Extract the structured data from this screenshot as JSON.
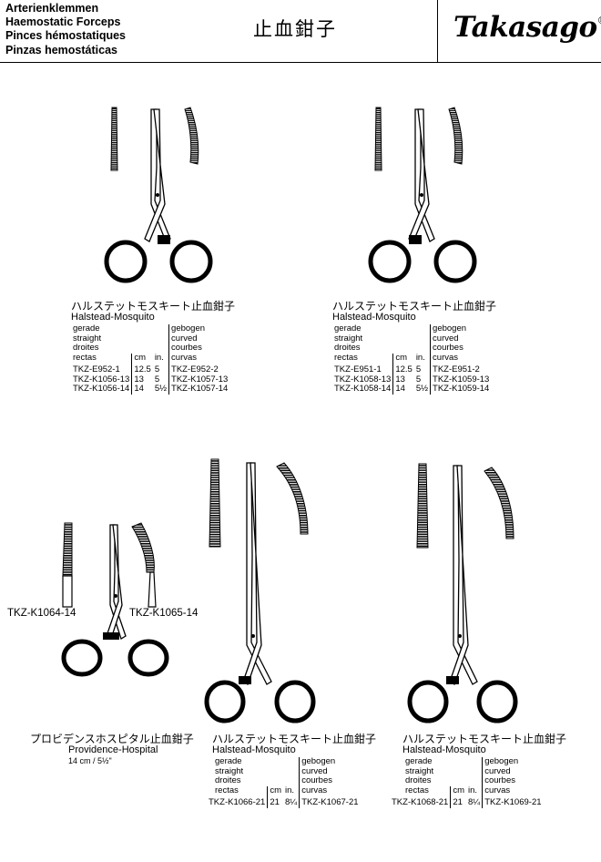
{
  "header": {
    "titles": [
      "Arterienklemmen",
      "Haemostatic Forceps",
      "Pinces hémostatiques",
      "Pinzas hemostáticas"
    ],
    "ja_title": "止血鉗子",
    "logo": "Takasago",
    "logo_reg": "®"
  },
  "lang_labels": [
    "gerade",
    "straight",
    "droites",
    "rectas"
  ],
  "curved_labels": [
    "gebogen",
    "curved",
    "courbes",
    "curvas"
  ],
  "unit_cm": "cm",
  "unit_in": "in.",
  "block1": {
    "ja": "ハルステットモスキート止血鉗子",
    "en": "Halstead-Mosquito",
    "rows": [
      {
        "straight": "TKZ-E952-1",
        "cm": "12.5",
        "in": "5",
        "curved": "TKZ-E952-2"
      },
      {
        "straight": "TKZ-K1056-13",
        "cm": "13",
        "in": "5",
        "curved": "TKZ-K1057-13"
      },
      {
        "straight": "TKZ-K1056-14",
        "cm": "14",
        "in": "5½",
        "curved": "TKZ-K1057-14"
      }
    ]
  },
  "block2": {
    "ja": "ハルステットモスキート止血鉗子",
    "en": "Halstead-Mosquito",
    "rows": [
      {
        "straight": "TKZ-E951-1",
        "cm": "12.5",
        "in": "5",
        "curved": "TKZ-E951-2"
      },
      {
        "straight": "TKZ-K1058-13",
        "cm": "13",
        "in": "5",
        "curved": "TKZ-K1059-13"
      },
      {
        "straight": "TKZ-K1058-14",
        "cm": "14",
        "in": "5½",
        "curved": "TKZ-K1059-14"
      }
    ]
  },
  "block3": {
    "label_straight": "TKZ-K1064-14",
    "label_curved": "TKZ-K1065-14",
    "ja": "プロビデンスホスピタル止血鉗子",
    "en": "Providence-Hospital",
    "size": "14 cm / 5½\""
  },
  "block4": {
    "ja": "ハルステットモスキート止血鉗子",
    "en": "Halstead-Mosquito",
    "rows": [
      {
        "straight": "TKZ-K1066-21",
        "cm": "21",
        "in": "8¼",
        "curved": "TKZ-K1067-21"
      }
    ]
  },
  "block5": {
    "ja": "ハルステットモスキート止血鉗子",
    "en": "Halstead-Mosquito",
    "rows": [
      {
        "straight": "TKZ-K1068-21",
        "cm": "21",
        "in": "8¼",
        "curved": "TKZ-K1069-21"
      }
    ]
  }
}
